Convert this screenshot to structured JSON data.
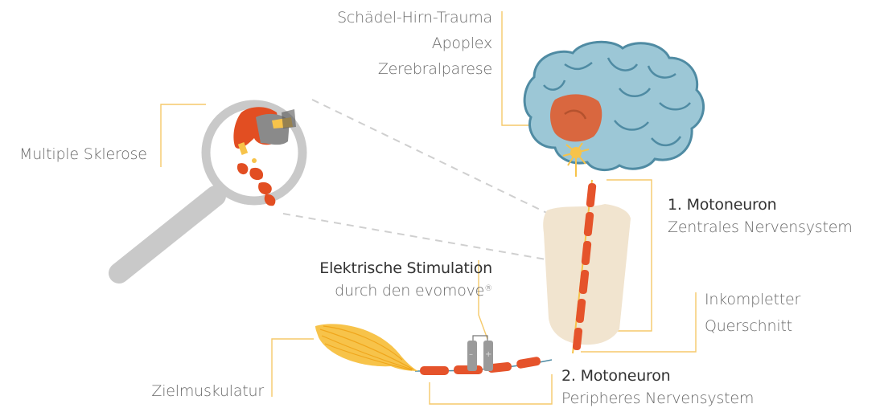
{
  "labels": {
    "brain_conditions": [
      "Schädel-Hirn-Trauma",
      "Apoplex",
      "Zerebralparese"
    ],
    "multiple_sclerosis": "Multiple Sklerose",
    "motoneuron1_title": "1. Motoneuron",
    "motoneuron1_subtitle": "Zentrales  Nervensystem",
    "stimulation_title": "Elektrische  Stimulation",
    "stimulation_subtitle": "durch den evomove",
    "stimulation_mark": "®",
    "incomplete_line1": "Inkompletter",
    "incomplete_line2": "Querschnitt",
    "target_muscle": "Zielmuskulatur",
    "motoneuron2_title": "2. Motoneuron",
    "motoneuron2_subtitle": "Peripheres Nervensystem",
    "electrode_minus": "–",
    "electrode_plus": "+"
  },
  "colors": {
    "brain": "#9cc7d6",
    "brain_outline": "#4f8ba3",
    "lesion": "#d9673f",
    "nerve": "#e5532b",
    "yellow": "#f7c34a",
    "leader": "#f5c96a",
    "spine": "#f1e4cf",
    "magnifier": "#c9c9c9",
    "electrode": "#9a9a9a"
  }
}
